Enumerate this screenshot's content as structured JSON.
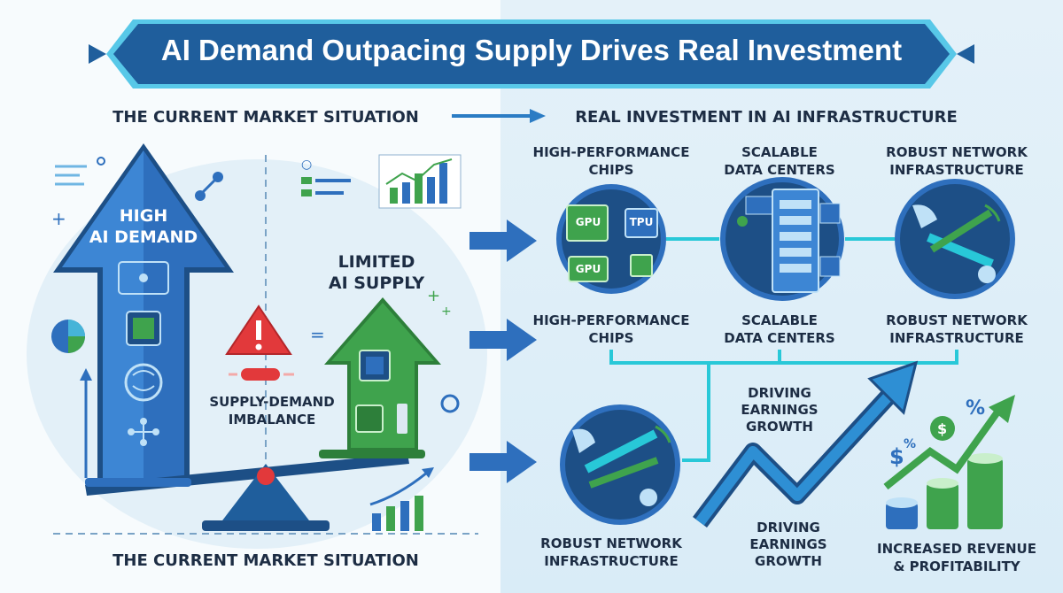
{
  "title": "AI Demand Outpacing Supply Drives Real Investment",
  "left": {
    "heading_top": "THE CURRENT MARKET SITUATION",
    "heading_bottom": "THE CURRENT MARKET SITUATION",
    "high_demand": [
      "HIGH",
      "AI DEMAND"
    ],
    "limited_supply": [
      "LIMITED",
      "AI SUPPLY"
    ],
    "imbalance": [
      "SUPPLY-DEMAND",
      "IMBALANCE"
    ]
  },
  "right": {
    "heading": "REAL INVESTMENT IN AI INFRASTRUCTURE",
    "row1": [
      {
        "label": [
          "HIGH-PERFORMANCE",
          "CHIPS"
        ],
        "icon": "chip-icon"
      },
      {
        "label": [
          "SCALABLE",
          "DATA CENTERS"
        ],
        "icon": "server-icon"
      },
      {
        "label": [
          "ROBUST NETWORK",
          "INFRASTRUCTURE"
        ],
        "icon": "network-icon"
      }
    ],
    "row2": [
      [
        "HIGH-PERFORMANCE",
        "CHIPS"
      ],
      [
        "SCALABLE",
        "DATA CENTERS"
      ],
      [
        "ROBUST NETWORK",
        "INFRASTRUCTURE"
      ]
    ],
    "chip_labels": [
      "GPU",
      "TPU",
      "GPU"
    ],
    "driving_mid": [
      "DRIVING",
      "EARNINGS",
      "GROWTH"
    ],
    "bottom": {
      "network": [
        "ROBUST NETWORK",
        "INFRASTRUCTURE"
      ],
      "driving": [
        "DRIVING",
        "EARNINGS",
        "GROWTH"
      ],
      "revenue": [
        "INCREASED REVENUE",
        "& PROFITABILITY"
      ]
    }
  },
  "colors": {
    "banner": "#1f5e9c",
    "banner_edge": "#58c8e8",
    "demand_arrow": "#2e6fbd",
    "supply_arrow": "#3fa34d",
    "alert": "#e2393b",
    "accent": "#28c8d8"
  }
}
